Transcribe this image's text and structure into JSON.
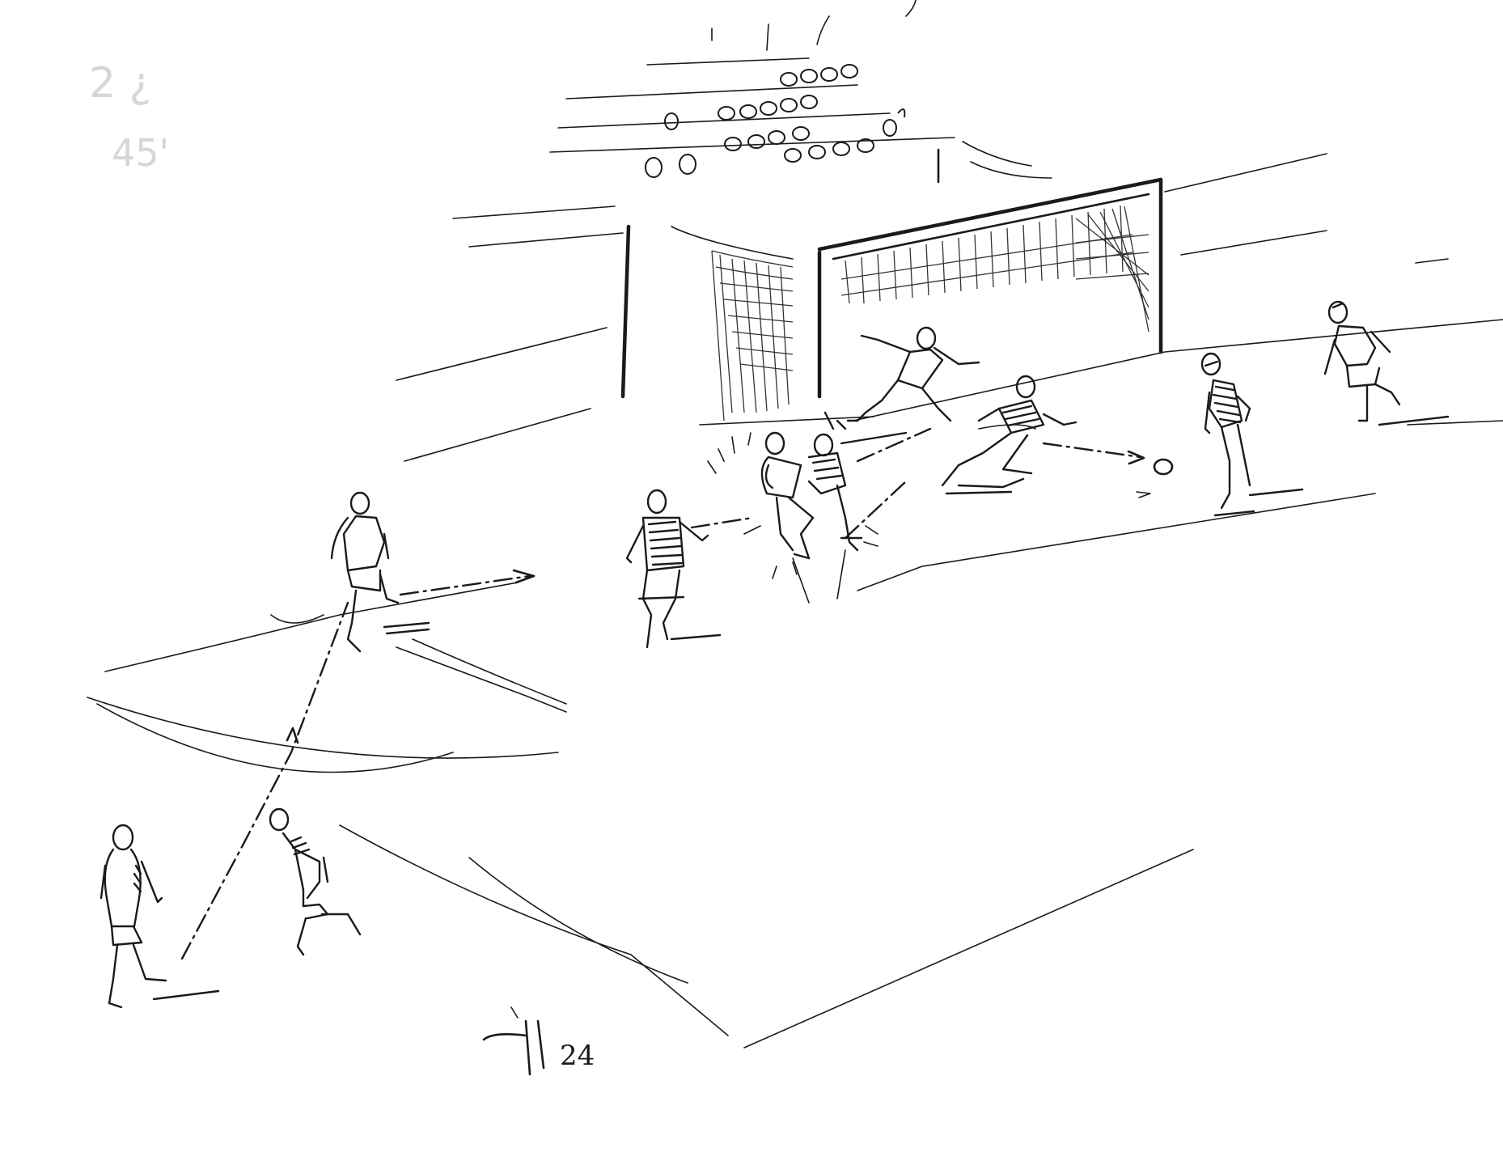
{
  "drawing": {
    "background": "#ffffff",
    "ink_color": "#1a1a1a",
    "faint_ink_color": "#d6d6d6",
    "subject": "soccer-goal-sketch"
  },
  "faint_notes": {
    "top_mark": "2 ¿",
    "minute": "45'"
  },
  "signature": {
    "lettering": "Tf",
    "year": "24"
  }
}
